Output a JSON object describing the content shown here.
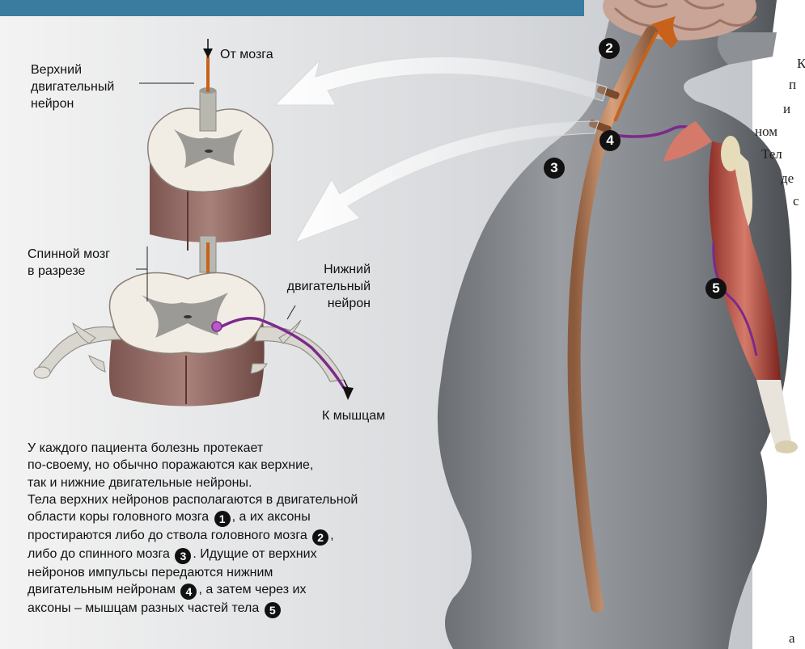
{
  "labels": {
    "from_brain": "От мозга",
    "upper_neuron": [
      "Верхний",
      "двигательный",
      "нейрон"
    ],
    "spinal_cut": [
      "Спинной мозг",
      "в разрезе"
    ],
    "lower_neuron": [
      "Нижний",
      "двигательный",
      "нейрон"
    ],
    "to_muscles": "К мышцам"
  },
  "caption": {
    "lines": [
      "У каждого пациента болезнь протекает",
      "по-своему, но обычно поражаются как верхние,",
      "так и нижние двигательные нейроны.",
      "Тела верхних нейронов располагаются в двигательной"
    ],
    "l5": "области коры головного мозга",
    "l5b": ", а их аксоны",
    "l6": "простираются либо до ствола головного мозга",
    "l6b": ",",
    "l7": "либо до спинного мозга",
    "l7b": ". Идущие от верхних",
    "l8": "нейронов импульсы передаются нижним",
    "l9": "двигательным нейронам",
    "l9b": ", а затем через их",
    "l10": "аксоны – мышцам разных частей тела"
  },
  "markers": [
    "1",
    "2",
    "3",
    "4",
    "5"
  ],
  "edge_text": [
    "К",
    "п",
    "и",
    "ном",
    "Тел",
    "де",
    "с",
    "а"
  ],
  "colors": {
    "upper_neuron": "#c8611a",
    "lower_neuron": "#7b2a8c",
    "header_band": "#3a7ca0"
  }
}
